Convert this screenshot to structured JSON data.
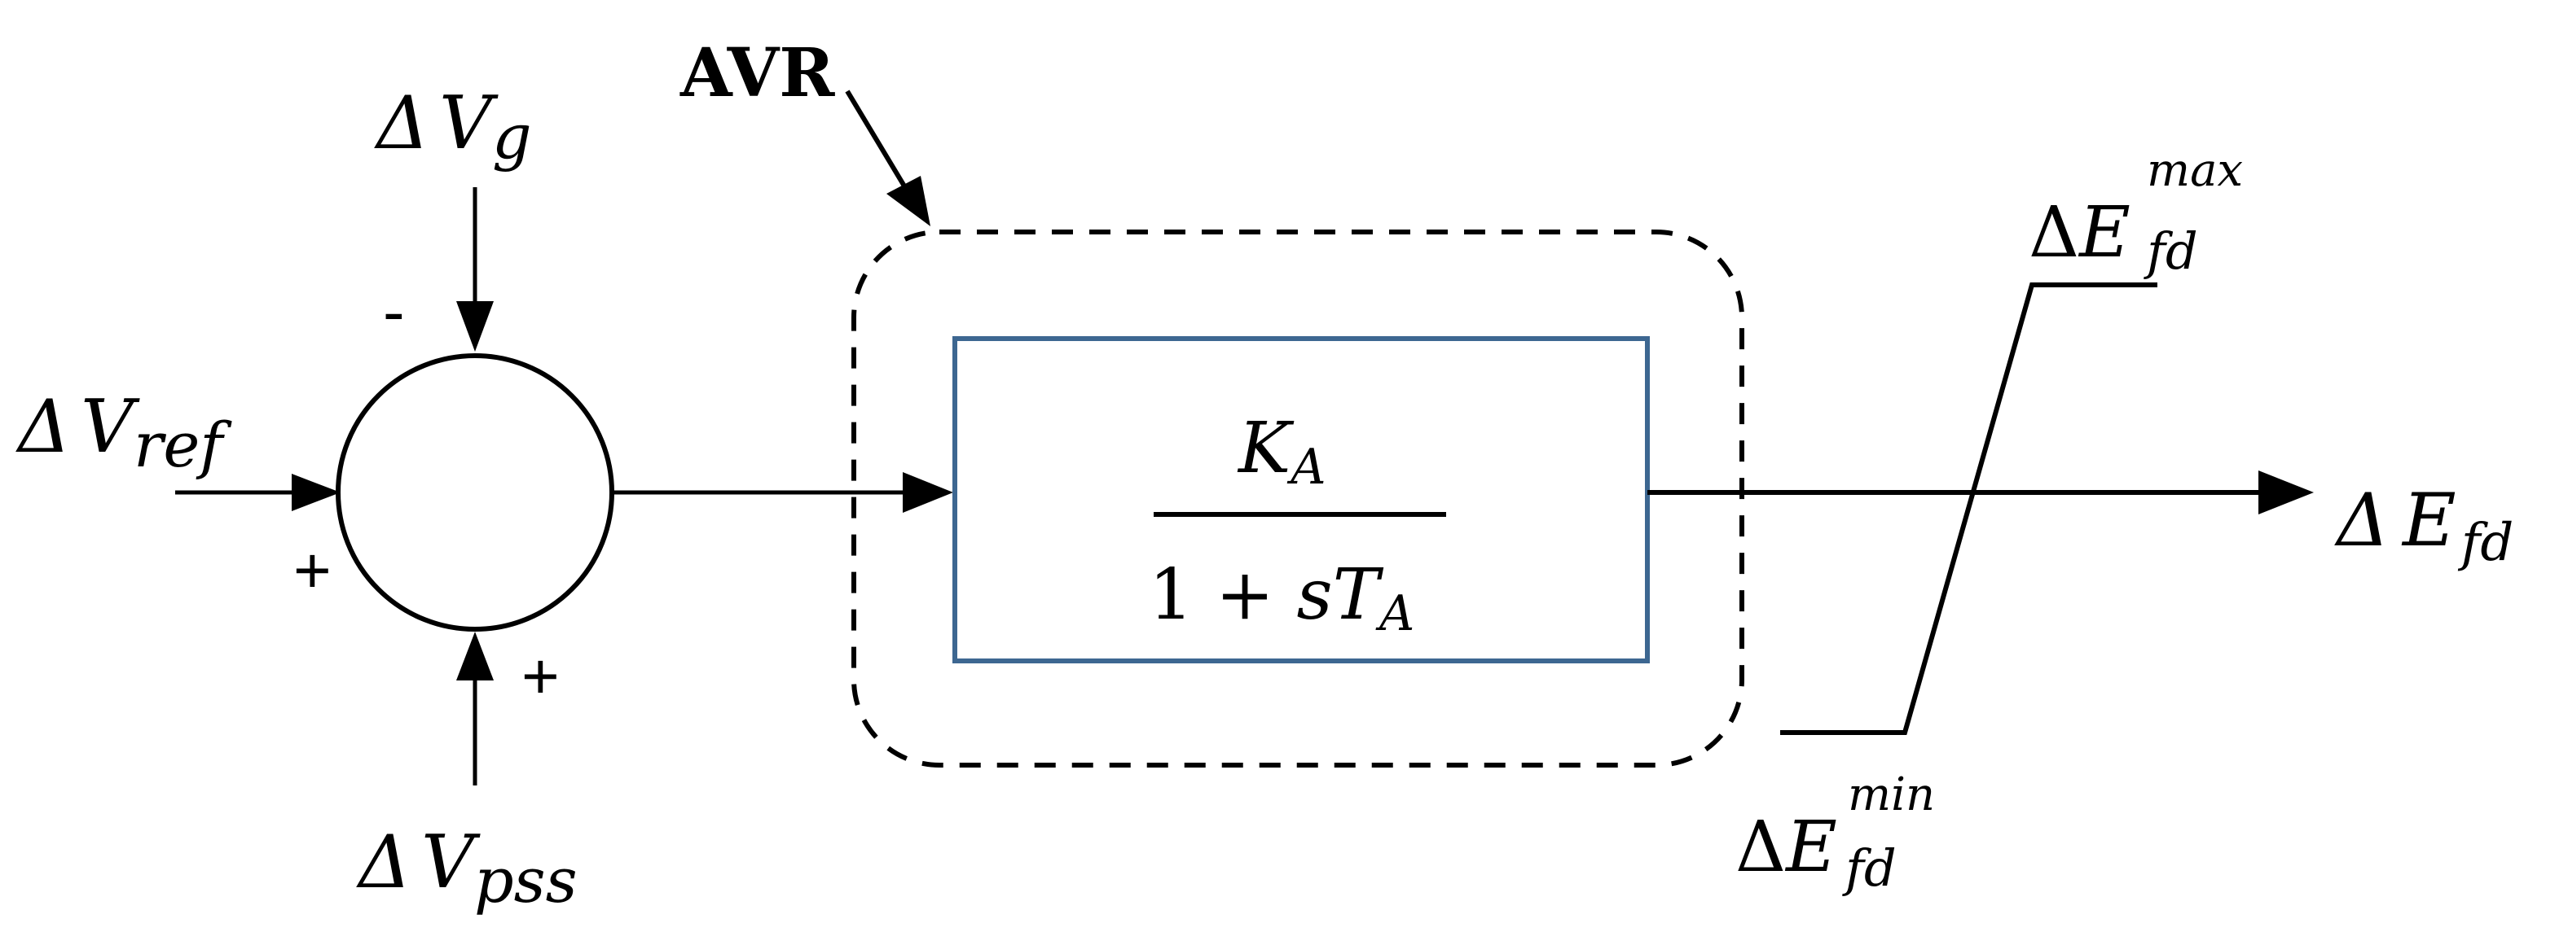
{
  "labels": {
    "avr": "AVR",
    "delta": "Δ",
    "v": "V",
    "e": "E",
    "sub_g": "g",
    "sub_ref": "ref",
    "sub_pss": "pss",
    "sub_fd": "fd",
    "sup_max": "max",
    "sup_min": "min",
    "sign_minus": "-",
    "sign_plus_left": "+",
    "sign_plus_bottom": "+"
  },
  "transfer_function": {
    "k": "K",
    "k_sub": "A",
    "den_prefix": "1 + ",
    "den_s": "sT",
    "den_sub": "A"
  },
  "colors": {
    "block_stroke": "#3d6791",
    "line": "#000000"
  }
}
